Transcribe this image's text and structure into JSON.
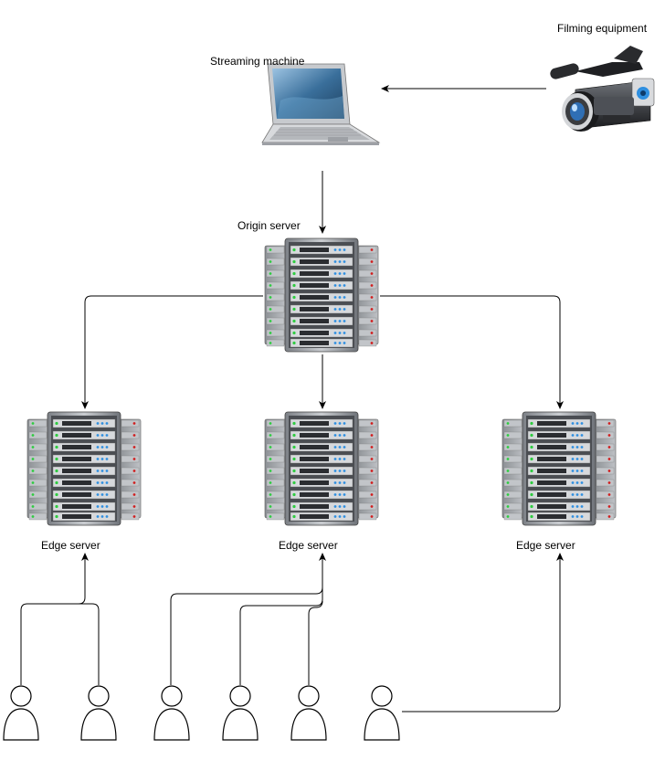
{
  "labels": {
    "filming": "Filming equipment",
    "streaming": "Streaming machine",
    "origin": "Origin server",
    "edge": [
      "Edge server",
      "Edge server",
      "Edge server"
    ]
  },
  "icons": {
    "camera": "video-camera-icon",
    "laptop": "laptop-icon",
    "server": "server-rack-icon",
    "user": "user-icon"
  },
  "colors": {
    "line": "#000000",
    "rack_body": "#5a5d62",
    "rack_side": "#9a9ea3",
    "led_green": "#2ecc40",
    "led_blue": "#2f8fe0",
    "led_red": "#d11e1e",
    "laptop_screen": "#3a6f9b"
  }
}
